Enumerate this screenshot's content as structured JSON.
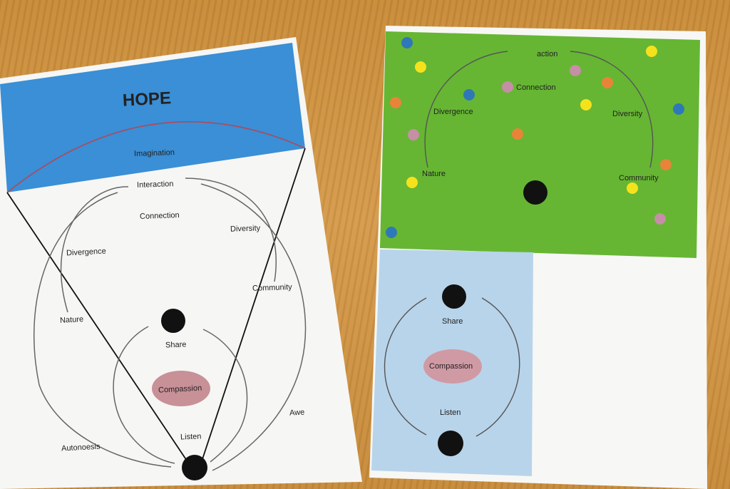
{
  "left_sheet": {
    "title": "HOPE",
    "top_arc_label": "Imagination",
    "arc_labels": {
      "interaction": "Interaction",
      "connection": "Connection",
      "diversity": "Diversity",
      "divergence": "Divergence",
      "community": "Community",
      "nature": "Nature",
      "share": "Share",
      "compassion": "Compassion",
      "listen": "Listen",
      "awe": "Awe",
      "autonoesis": "Autonoesis"
    },
    "colors": {
      "banner": "#3a8fd6",
      "compassion_fill": "#c89097",
      "top_arc": "#b0485a"
    }
  },
  "right_sheet": {
    "top_labels": {
      "action": "action",
      "connection": "Connection",
      "divergence": "Divergence",
      "diversity": "Diversity",
      "nature": "Nature",
      "community": "Community"
    },
    "bottom_labels": {
      "share": "Share",
      "compassion": "Compassion",
      "listen": "Listen"
    },
    "colors": {
      "green_panel": "#66b633",
      "blue_panel": "#b8d4ea",
      "dot_blue": "#2f78b8",
      "dot_yellow": "#f6e21c",
      "dot_pink": "#c58fa5",
      "dot_orange": "#e8843a"
    }
  }
}
